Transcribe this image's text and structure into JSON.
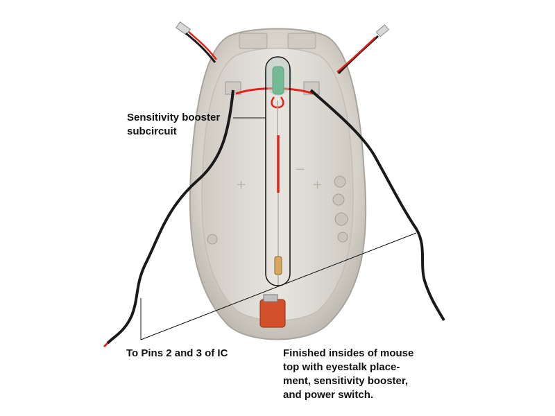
{
  "labels": {
    "booster_lines": [
      "Sensitivity booster",
      "subcircuit"
    ],
    "pins": "To Pins 2 and 3 of IC",
    "caption_lines": [
      "Finished insides of mouse",
      "top with eyestalk place-",
      "ment, sensitivity booster,",
      "and power switch."
    ]
  },
  "colors": {
    "background": "#ffffff",
    "shell": "#d9d6cf",
    "shell_shadow": "#bdb9b0",
    "shell_inner": "#e4e1db",
    "wire_black": "#1a1a1a",
    "wire_red": "#e2231a",
    "eyestalk": "#2fa860",
    "switch": "#d4502a",
    "text": "#111111"
  }
}
